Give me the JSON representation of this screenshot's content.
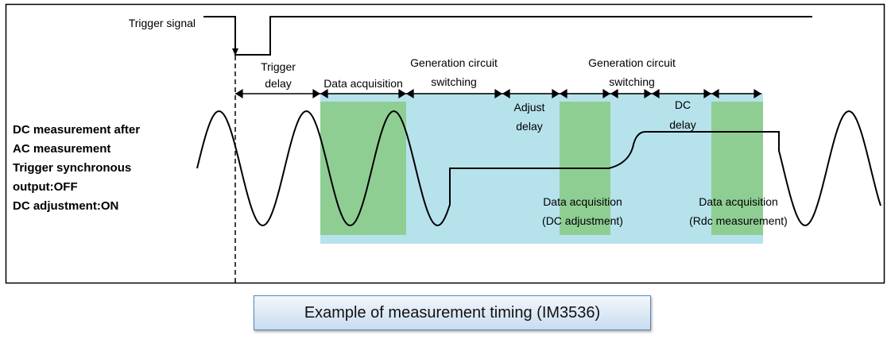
{
  "diagram": {
    "trigger_label": "Trigger signal",
    "condition_lines": [
      "DC measurement after",
      "AC measurement",
      "Trigger synchronous",
      "output:OFF",
      "DC adjustment:ON"
    ],
    "phases": {
      "trigger_delay": [
        "Trigger",
        "delay"
      ],
      "data_acquisition": "Data acquisition",
      "generation_switching_1": [
        "Generation circuit",
        "switching"
      ],
      "adjust_delay": [
        "Adjust",
        "delay"
      ],
      "generation_switching_2": [
        "Generation circuit",
        "switching"
      ],
      "dc_delay": [
        "DC",
        "delay"
      ],
      "data_acq_dc_adjust": [
        "Data acquisition",
        "(DC adjustment)"
      ],
      "data_acq_rdc": [
        "Data acquisition",
        "(Rdc measurement)"
      ]
    },
    "colors": {
      "measurement_window": "#b6e2ec",
      "acquisition_window": "#8fce93",
      "line": "#000000"
    }
  },
  "caption": "Example of measurement timing (IM3536)"
}
